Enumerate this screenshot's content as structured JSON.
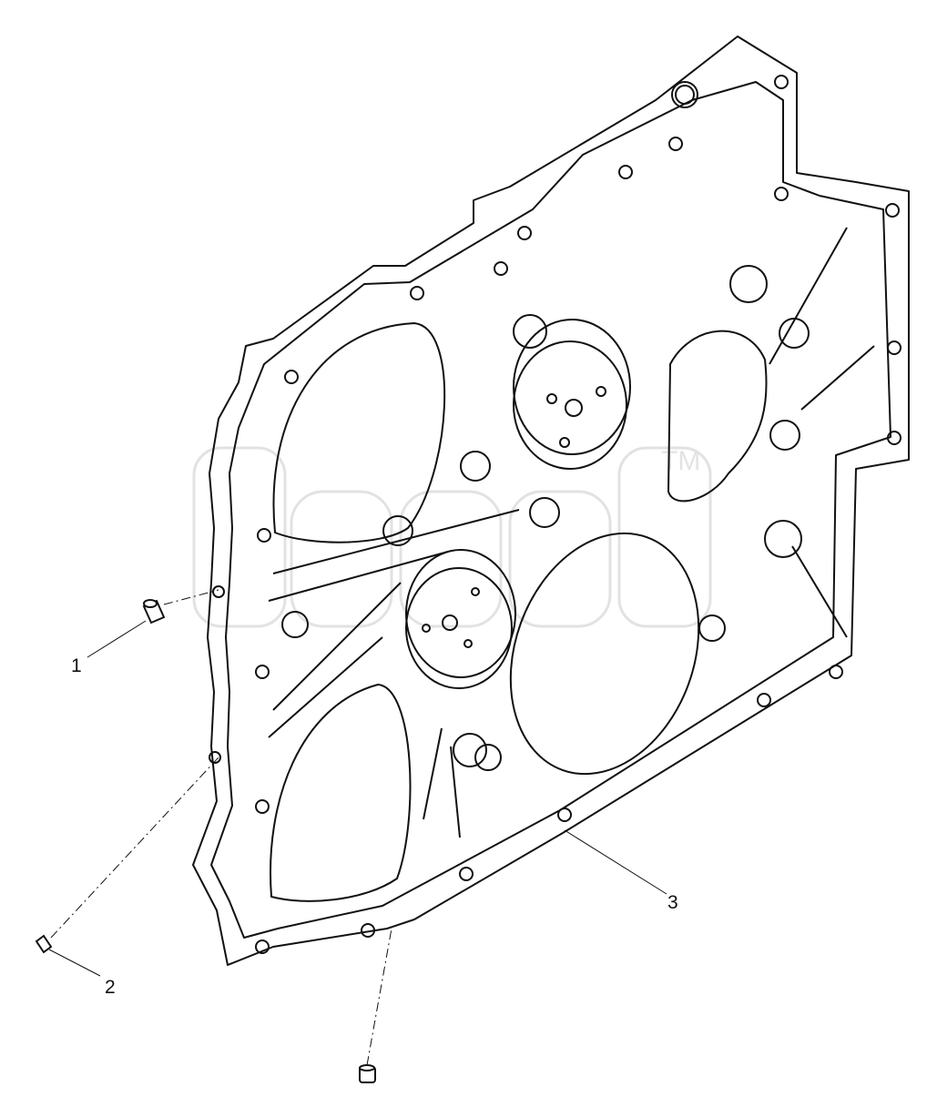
{
  "diagram": {
    "callouts": [
      {
        "id": "1",
        "text": "1"
      },
      {
        "id": "2",
        "text": "2"
      },
      {
        "id": "3",
        "text": "3"
      }
    ],
    "watermark": {
      "mark": "TM"
    },
    "colors": {
      "line": "#111111",
      "watermark": "#e3e3e3",
      "background": "#ffffff"
    }
  }
}
